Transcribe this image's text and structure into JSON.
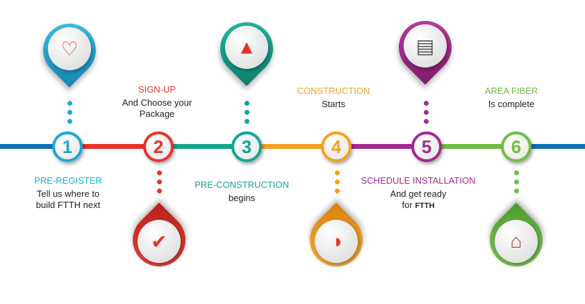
{
  "colors": {
    "line_start": "#0e6fb5",
    "s1": "#1ba9d6",
    "s2": "#e8312a",
    "s3": "#14a58f",
    "s4": "#f5a01f",
    "s5": "#a3298e",
    "s6": "#6fbd44"
  },
  "steps": [
    {
      "number": "1",
      "title": "PRE-REGISTER",
      "line1": "Tell us where to",
      "line2": "build FTTH next",
      "icon": "document-heart-checklist-icon"
    },
    {
      "number": "2",
      "title": "SIGN-UP",
      "line1": "And Choose your",
      "line2": "Package",
      "icon": "monitor-checkmark-icon"
    },
    {
      "number": "3",
      "title": "PRE-CONSTRUCTION",
      "line1": "begins",
      "icon": "traffic-cone-gear-icon"
    },
    {
      "number": "4",
      "title": "CONSTRUCTION",
      "line1": "Starts",
      "icon": "hard-hat-icon"
    },
    {
      "number": "5",
      "title": "SCHEDULE INSTALLATION",
      "line1": "And get ready",
      "line2_pre": "for ",
      "line2_bold": "FTTH",
      "icon": "router-icon"
    },
    {
      "number": "6",
      "title": "AREA FIBER",
      "line1": "Is complete",
      "icon": "house-icon"
    }
  ]
}
